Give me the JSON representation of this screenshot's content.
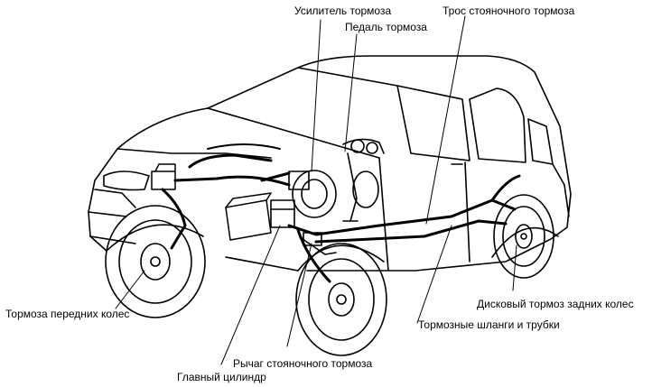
{
  "diagram": {
    "labels": {
      "brake_booster": "Усилитель тормоза",
      "parking_brake_cable": "Трос стояночного тормоза",
      "brake_pedal": "Педаль тормоза",
      "front_brakes": "Тормоза передних колес",
      "rear_disc_brake": "Дисковый тормоз задних колес",
      "brake_hoses_lines": "Тормозные шланги и трубки",
      "parking_brake_lever": "Рычаг стояночного тормоза",
      "master_cylinder": "Главный цилиндр"
    },
    "line_color": "#000000",
    "background_color": "#ffffff"
  }
}
